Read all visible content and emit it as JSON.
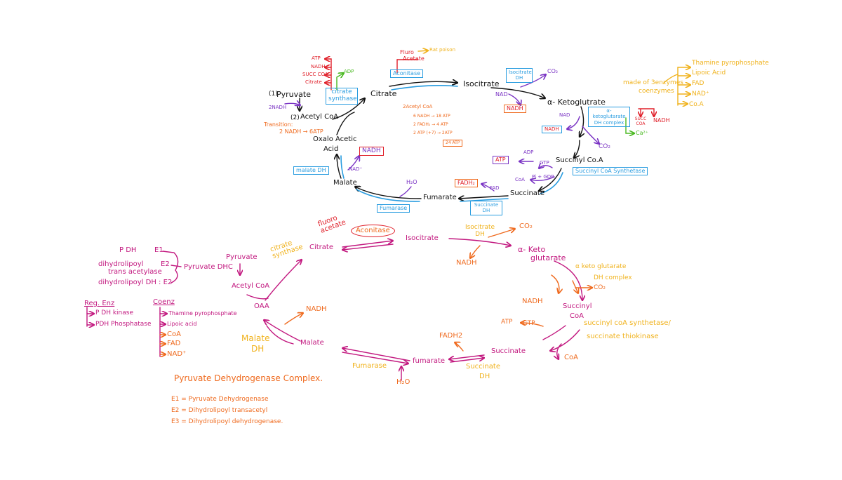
{
  "colors": {
    "black": "#111111",
    "red": "#e0202a",
    "orange": "#ef6a1e",
    "yellow": "#f0b21c",
    "green": "#49b820",
    "purple": "#7a33c4",
    "blue": "#2a9de0",
    "darkblue": "#1b2a8a",
    "magenta": "#c2187f",
    "pink": "#e43d7d"
  },
  "top": {
    "pyruvate": "Pyruvate",
    "q1": "(1)",
    "q2": "(2)",
    "acetyl_coa": "Acetyl CoA",
    "atp": "ATP",
    "nadh_red": "NADH",
    "succ_coa": "SUCC COA",
    "citrate_inh": "Citrate",
    "adp": "ADP",
    "two_nadh": "2NADH",
    "transition": "Transition:",
    "transition_eq": "2 NADH → 6ATP",
    "oaa_line1": "Oxalo Acetic",
    "oaa_line2": "Acid",
    "citrate_synthase": "citrate synthase",
    "citrate": "Citrate",
    "fluro": "Fluro",
    "acetate": "Acetate",
    "rat_poison": "Rat poison",
    "aconitase": "Aconitase",
    "isocitrate": "Isocitrate",
    "isocitrate_dh": "Isocitrate DH",
    "co2": "CO₂",
    "nad": "NAD",
    "nadh": "NADH",
    "akg": "α- Ketoglutrate",
    "akg_complex": "α-ketoglutarate DH complex",
    "nad2": "NAD",
    "nadh2": "NADH",
    "succ_coa_inh": "SUCC COA",
    "nadh_inh": "NADH",
    "ca": "Ca²⁺",
    "co2_2": "CO₂",
    "made_of": "made of 3enzymes",
    "coenzymes": "coenzymes",
    "thiamine": "Thamine pyrophosphate",
    "lipoic": "Lipoic Acid",
    "fad": "FAD",
    "nad_plus": "NAD⁺",
    "coa": "Co.A",
    "succinyl_coa": "Succinyl Co.A",
    "succinyl_coa_synthetase": "Succinyl CoA Synthetase",
    "adp2": "ADP",
    "atp2": "ATP",
    "gtp": "GTP",
    "pi_gdp": "Pi + GDP",
    "coa2": "CoA",
    "succinate": "Succinate",
    "fadh2": "FADH₂",
    "fad2": "FAD",
    "succinate_dh": "Succinate DH",
    "fumarate": "Fumarate",
    "fumarase": "Fumarase",
    "h2o": "H₂O",
    "malate": "Malate",
    "malate_dh": "malate DH",
    "nad3": "NAD⁺",
    "nadh3": "NADH",
    "sum_acetyl": "2Acetyl CoA",
    "sum_nadh": "6 NADH → 18 ATP",
    "sum_fadh": "2 FADH₂ → 4 ATP",
    "sum_atp": "2 ATP (+7) → 2ATP",
    "sum_total": "24 ATP"
  },
  "bottom": {
    "pdh": "P DH",
    "e1": "E1",
    "dihydrolipoyl_trans": "dihydrolipoyl",
    "trans_acetylase": "trans acetylase",
    "e2": "E2",
    "pyruvate_dhc": "Pyruvate DHC",
    "dihydrolipoyl_dh": "dihydrolipoyl DH : E2",
    "reg_enz": "Reg. Enz",
    "pdh_kinase": "P DH kinase",
    "pdh_phosphatase": "PDH Phosphatase",
    "coenz": "Coenz",
    "thiamine": "Thamine pyrophosphate",
    "lipoic": "Lipoic acid",
    "coa": "CoA",
    "fad": "FAD",
    "nad": "NAD⁺",
    "pyruvate": "Pyruvate",
    "acetyl_coa": "Acetyl CoA",
    "citrate_synthase": "citrate synthase",
    "citrate": "Citrate",
    "fluoro_acetate": "fluoro acetate",
    "aconitase": "Aconitase",
    "isocitrate": "Isocitrate",
    "isocitrate_dh": "Isocitrate DH",
    "co2": "CO₂",
    "nadh": "NADH",
    "akg1": "α- Keto",
    "akg2": "glutarate",
    "akg_complex1": "α keto glutarate",
    "akg_complex2": "DH complex",
    "co2_2": "CO₂",
    "nadh2": "NADH",
    "succinyl_coa1": "Succinyl",
    "succinyl_coa2": "CoA",
    "synthetase1": "succinyl coA synthetase/",
    "synthetase2": "succinate thiokinase",
    "atp": "ATP",
    "gtp": "GTP",
    "coa2": "CoA",
    "succinate": "Succinate",
    "fadh2": "FADH2",
    "succinate_dh1": "Succinate",
    "succinate_dh2": "DH",
    "fumarate": "fumarate",
    "fumarase": "Fumarase",
    "h2o": "H₂O",
    "malate": "Malate",
    "malate_dh1": "Malate",
    "malate_dh2": "DH",
    "nadh3": "NADH",
    "oaa": "OAA",
    "pdc_title": "Pyruvate Dehydrogenase Complex.",
    "e1_def": "E1 = Pyruvate Dehydrogenase",
    "e2_def": "E2 = Dihydrolipoyl transacetyl",
    "e3_def": "E3 = Dihydrolipoyl dehydrogenase."
  }
}
